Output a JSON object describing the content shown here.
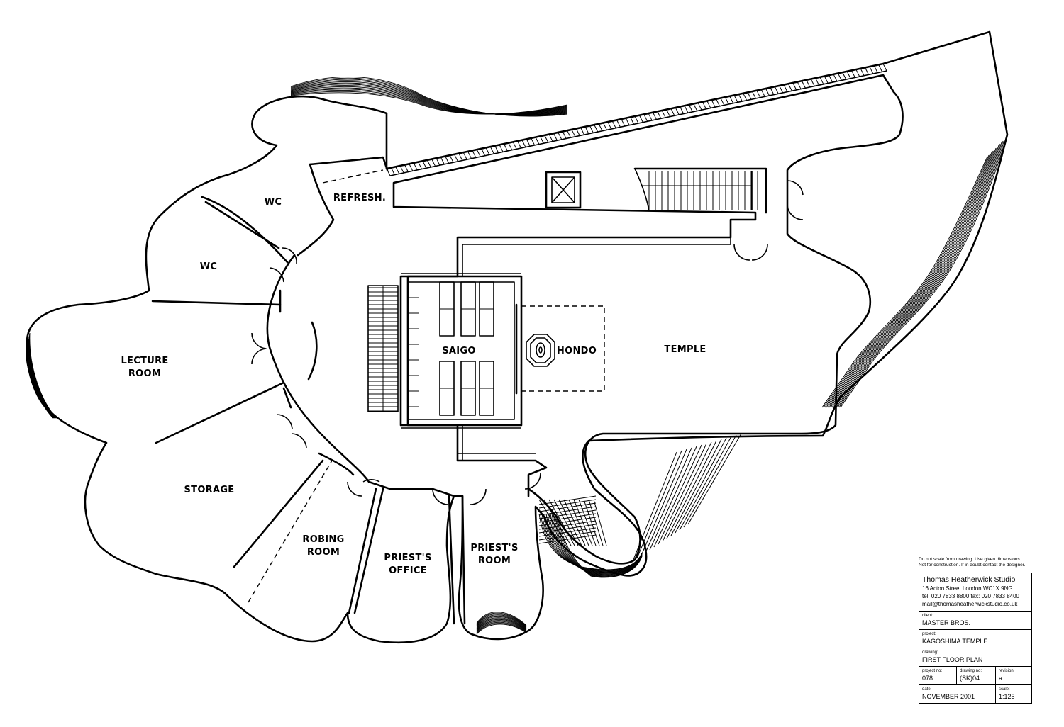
{
  "rooms": {
    "wc_upper": "WC",
    "refresh": "REFRESH.",
    "wc_lower": "WC",
    "lecture_room": [
      "LECTURE",
      "ROOM"
    ],
    "saigo": "SAIGO",
    "hondo": "HONDO",
    "temple": "TEMPLE",
    "storage": "STORAGE",
    "robing_room": [
      "ROBING",
      "ROOM"
    ],
    "priests_office": [
      "PRIEST'S",
      "OFFICE"
    ],
    "priests_room": [
      "PRIEST'S",
      "ROOM"
    ]
  },
  "title_block": {
    "note_line1": "Do not scale from drawing. Use given dimensions.",
    "note_line2": "Not for construction. If in doubt contact the designer.",
    "studio_name": "Thomas Heatherwick Studio",
    "address": "16 Acton Street London WC1X 9NG",
    "phone": "tel: 020 7833 8800  fax: 020 7833 8400",
    "email": "mail@thomasheatherwickstudio.co.uk",
    "client_caption": "client:",
    "client": "MASTER BROS.",
    "project_caption": "project:",
    "project": "KAGOSHIMA TEMPLE",
    "drawing_caption": "drawing:",
    "drawing": "FIRST FLOOR PLAN",
    "project_no_caption": "project no:",
    "project_no": "078",
    "drawing_no_caption": "drawing no:",
    "drawing_no": "(SK)04",
    "revision_caption": "revision:",
    "revision": "a",
    "date_caption": "date:",
    "date": "NOVEMBER 2001",
    "scale_caption": "scale:",
    "scale": "1:125"
  }
}
